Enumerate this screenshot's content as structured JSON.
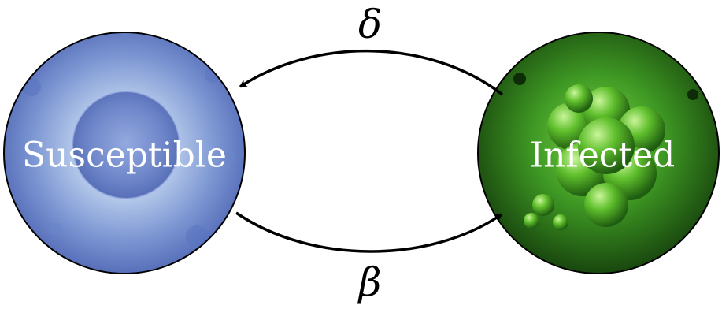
{
  "nodes": {
    "susceptible": {
      "label": "Susceptible"
    },
    "infected": {
      "label": "Infected"
    }
  },
  "edges": {
    "recovery": {
      "label": "δ",
      "from": "Infected",
      "to": "Susceptible"
    },
    "infection": {
      "label": "β",
      "from": "Susceptible",
      "to": "Infected"
    }
  },
  "colors": {
    "susceptible_fill": "#6f86c9",
    "infected_fill": "#3f8a22",
    "arrow": "#000000",
    "node_text": "#ffffff"
  }
}
